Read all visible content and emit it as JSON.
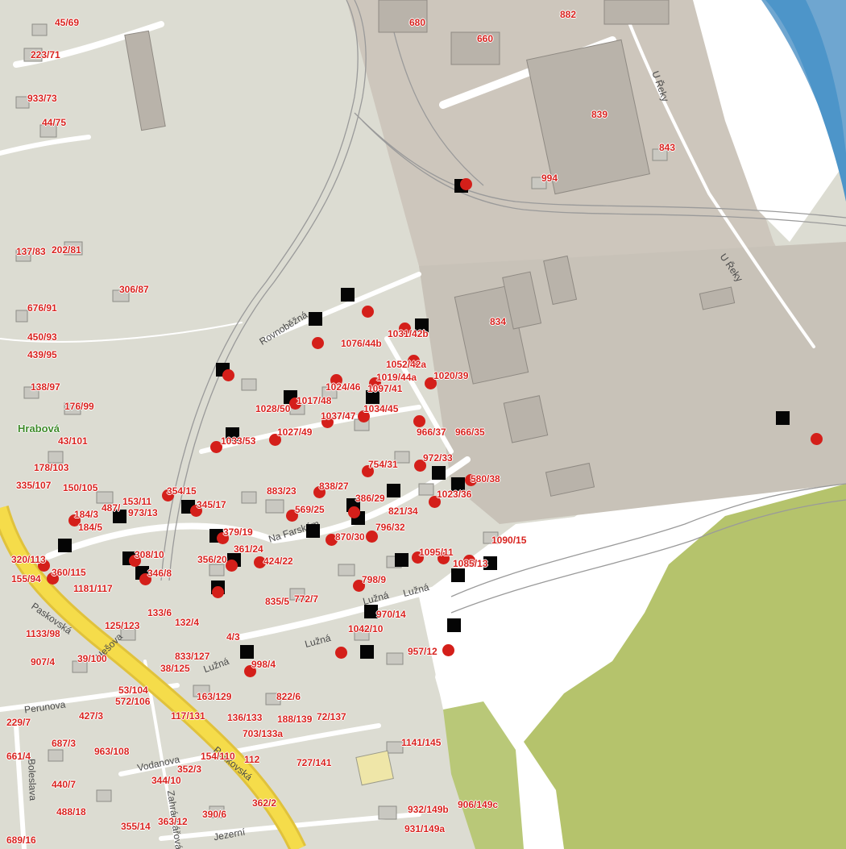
{
  "map": {
    "district_label": "Hrabová",
    "streets": [
      {
        "name": "Rovnoběžná"
      },
      {
        "name": "U Řeky"
      },
      {
        "name": "U Řeky"
      },
      {
        "name": "Na Farském"
      },
      {
        "name": "Lužná"
      },
      {
        "name": "Lužná"
      },
      {
        "name": "Lužná"
      },
      {
        "name": "Lužná"
      },
      {
        "name": "Paskovská"
      },
      {
        "name": "Paskovská"
      },
      {
        "name": "Hešova"
      },
      {
        "name": "Perunova"
      },
      {
        "name": "Vodanova"
      },
      {
        "name": "Jezerní"
      },
      {
        "name": "Boleslava"
      },
      {
        "name": "Zahrádkářová"
      }
    ],
    "parcels": [
      "45/69",
      "223/71",
      "933/73",
      "44/75",
      "680",
      "882",
      "660",
      "839",
      "843",
      "994",
      "137/83",
      "202/81",
      "306/87",
      "676/91",
      "450/93",
      "439/95",
      "138/97",
      "176/99",
      "43/101",
      "178/103",
      "335/107",
      "150/105",
      "834",
      "1076/44b",
      "1031/42b",
      "1052/42a",
      "1019/44a",
      "1020/39",
      "1024/46",
      "1097/41",
      "1028/50",
      "1017/48",
      "1037/47",
      "1034/45",
      "966/37",
      "966/35",
      "1033/53",
      "1027/49",
      "754/31",
      "972/33",
      "580/38",
      "354/15",
      "153/11",
      "345/17",
      "883/23",
      "838/27",
      "1023/36",
      "487/",
      "973/13",
      "184/3",
      "184/5",
      "386/29",
      "569/25",
      "821/34",
      "796/32",
      "379/19",
      "870/30",
      "1090/15",
      "1095/11",
      "1085/13",
      "320/113",
      "308/10",
      "356/20",
      "361/24",
      "424/22",
      "360/115",
      "155/94",
      "346/8",
      "1181/117",
      "798/9",
      "835/5",
      "772/7",
      "133/6",
      "132/4",
      "125/123",
      "970/14",
      "1133/98",
      "1042/10",
      "4/3",
      "957/12",
      "907/4",
      "39/100",
      "833/127",
      "38/125",
      "998/4",
      "53/104",
      "572/106",
      "822/6",
      "163/129",
      "229/7",
      "427/3",
      "117/131",
      "136/133",
      "188/139",
      "72/137",
      "703/133a",
      "687/3",
      "963/108",
      "1141/145",
      "661/4",
      "154/110",
      "112",
      "727/141",
      "352/3",
      "344/10",
      "440/7",
      "488/18",
      "390/6",
      "362/2",
      "932/149b",
      "906/149c",
      "355/14",
      "363/12",
      "931/149a",
      "689/16"
    ],
    "colors": {
      "label": "#d8231f",
      "dot": "#d41f1a",
      "square": "#050505",
      "land": "#dcdcd2",
      "industrial": "#cdc7bd",
      "green": "#b5c36c",
      "river": "#4d95c9",
      "main_road": "#f2d63a"
    }
  }
}
